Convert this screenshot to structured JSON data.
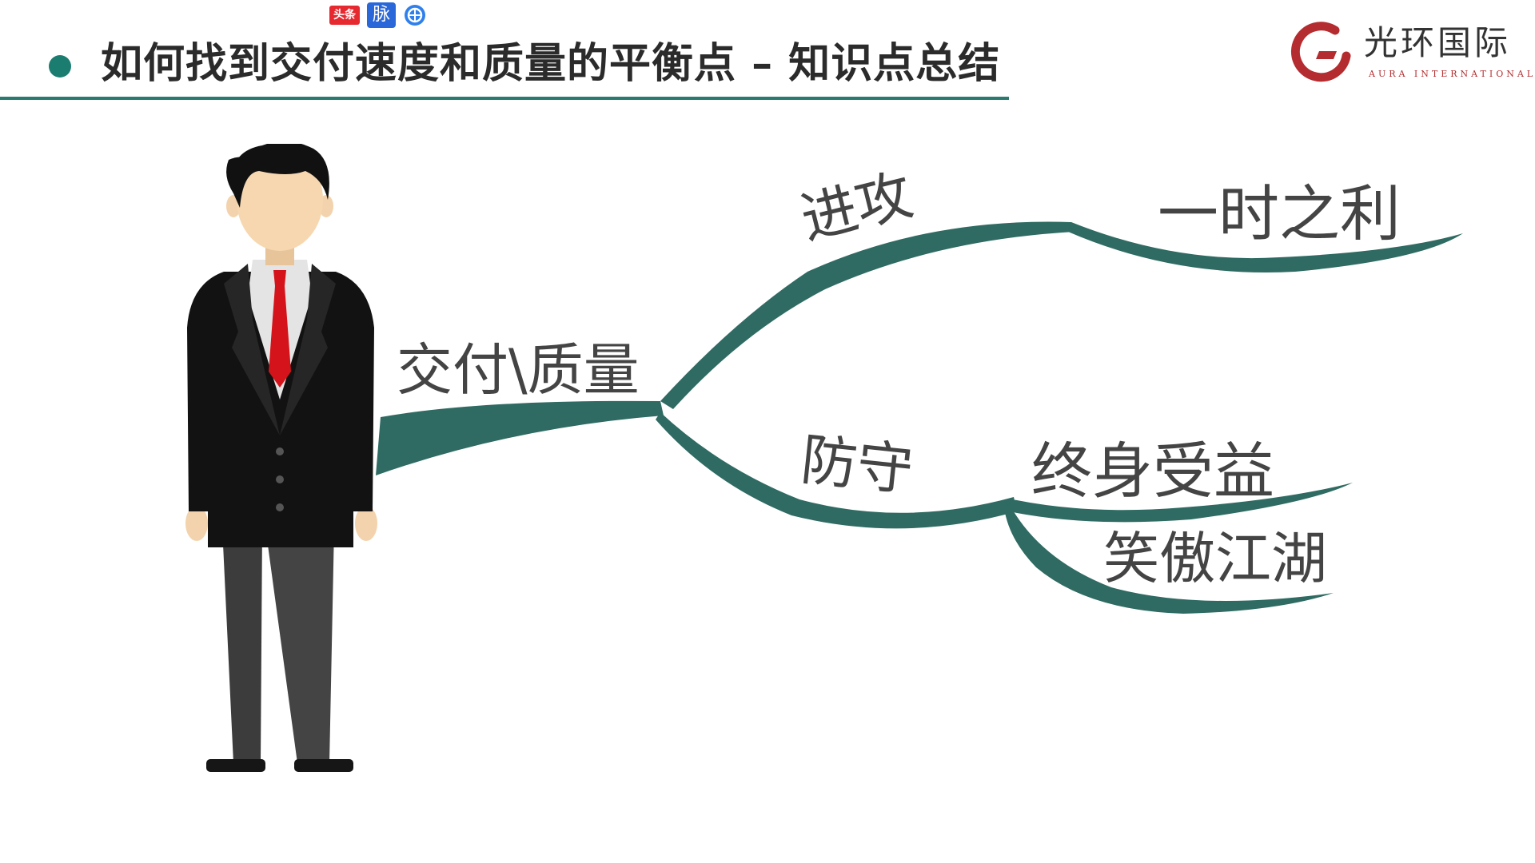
{
  "top_icons": {
    "toutiao": "头条",
    "mai": "脉"
  },
  "slide": {
    "title": "如何找到交付速度和质量的平衡点 – 知识点总结",
    "accent_color": "#2a7a70"
  },
  "logo": {
    "name_cn": "光环国际",
    "name_en": "AURA INTERNATIONAL",
    "color": "#b42c2f"
  },
  "mindmap": {
    "root": "交付\\质量",
    "branches": [
      {
        "label": "进攻",
        "children": [
          "一时之利"
        ]
      },
      {
        "label": "防守",
        "children": [
          "终身受益",
          "笑傲江湖"
        ]
      }
    ],
    "branch_color": "#2f6b62"
  }
}
